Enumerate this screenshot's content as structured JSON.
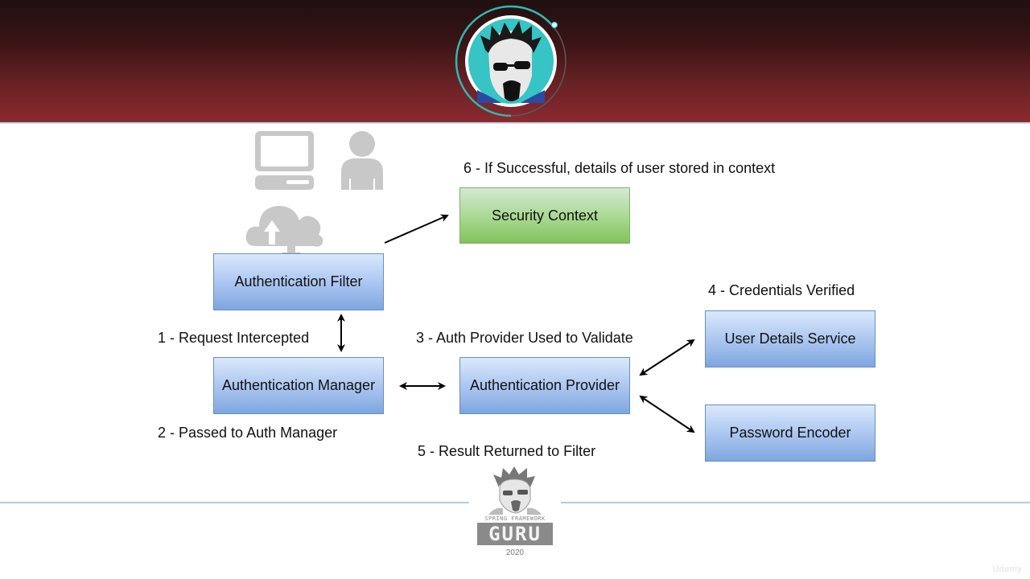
{
  "header": {
    "avatar_icon": "cartoon-avatar-sunglasses",
    "accent_color": "#2fb8b0",
    "banner_color": "#8b2a2f"
  },
  "diagram": {
    "nodes": {
      "authentication_filter": "Authentication Filter",
      "authentication_manager": "Authentication Manager",
      "authentication_provider": "Authentication Provider",
      "security_context": "Security Context",
      "user_details_service": "User Details Service",
      "password_encoder": "Password Encoder"
    },
    "steps": {
      "step1": "1 - Request Intercepted",
      "step2": "2 - Passed to Auth Manager",
      "step3": "3 - Auth Provider Used to Validate",
      "step4": "4 - Credentials Verified",
      "step5": "5 - Result Returned to Filter",
      "step6": "6 - If Successful, details of user stored in context"
    },
    "icons": [
      "computer-icon",
      "user-icon",
      "cloud-upload-icon"
    ],
    "colors": {
      "blue_box": "#7ea6e0",
      "green_box": "#82c25e"
    }
  },
  "footer": {
    "logo_subtitle": "SPRING FRAMEWORK",
    "logo_title": "GURU",
    "logo_year": "2020",
    "watermark": "Udemy"
  }
}
